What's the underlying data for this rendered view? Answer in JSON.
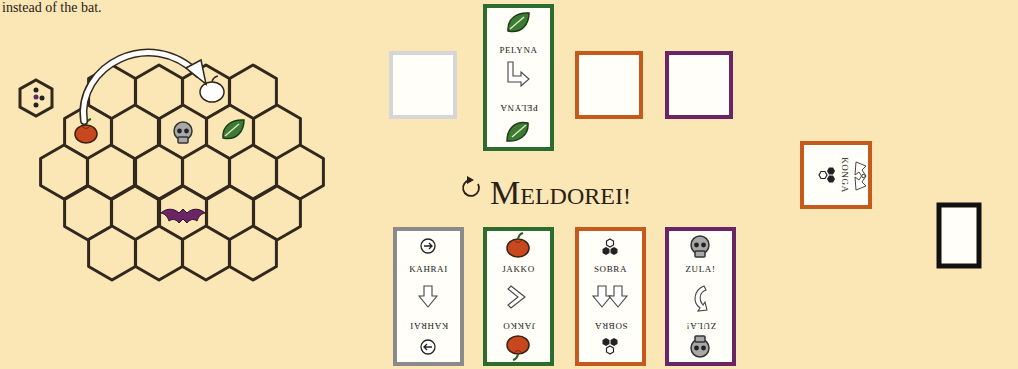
{
  "diagram": {
    "nodes": [
      {
        "text": [
          "PELYNA",
          "PELYNA"
        ]
      },
      {
        "text": [
          "KONGA"
        ]
      },
      {
        "text": [
          "KAHRAI",
          "KAHRAI"
        ]
      },
      {
        "text": [
          "JAKKO",
          "JAKKO"
        ]
      },
      {
        "text": [
          "SOBRA",
          "SOBRA"
        ]
      },
      {
        "text": [
          "ZULA!",
          "ZULA!"
        ]
      }
    ],
    "labels": [
      "instead of the bat.",
      "MELDOREI!"
    ]
  }
}
